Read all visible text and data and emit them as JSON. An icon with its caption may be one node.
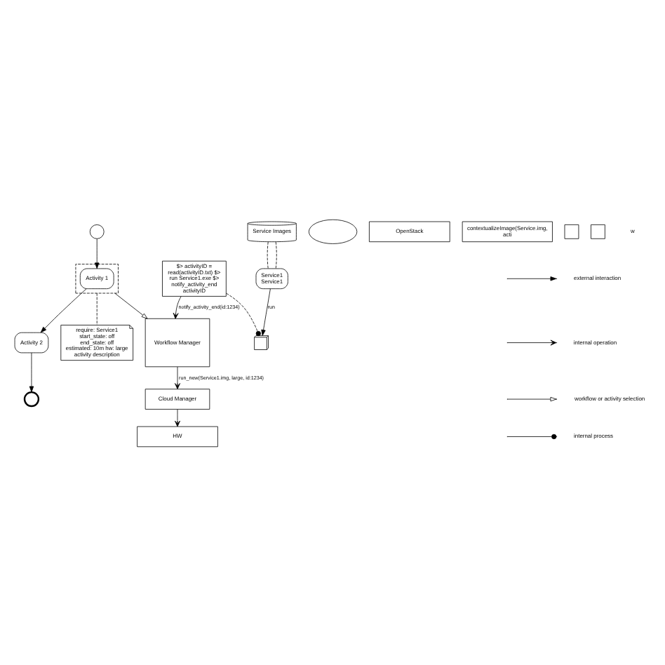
{
  "diagram": {
    "nodes": [
      {
        "text": [],
        "shape": "circle"
      },
      {
        "text": [],
        "shape": "box"
      },
      {
        "text": [
          "Activity 1"
        ],
        "in": 1
      },
      {
        "text": [
          "Activity 2"
        ]
      },
      {
        "text": [],
        "shape": "circle"
      },
      {
        "text": [
          "require: Service1 start_state: off end_state: off estimated: 10m hw: large",
          "activity description"
        ]
      },
      {
        "text": [
          "Workflow Manager"
        ]
      },
      {
        "text": [
          "$> activityID = read(activityID.txt) $> run Service1.exe $> notify_activity_end activityID"
        ]
      },
      {
        "text": [
          "Cloud Manager"
        ]
      },
      {
        "text": [],
        "shape": "cloud"
      },
      {
        "text": [
          "HW"
        ]
      },
      {
        "text": [
          "OpenStack"
        ]
      },
      {
        "text": [],
        "shape": "server"
      },
      {
        "text": [
          "Service Images"
        ]
      },
      {
        "text": [
          "Service1",
          "Service1"
        ]
      },
      {
        "text": [
          "contextualizeImage(Service.img, acti"
        ]
      },
      {
        "text": [],
        "shape": "box"
      },
      {
        "text": [],
        "shape": "box"
      }
    ],
    "edges": [
      {
        "from": 0,
        "to": 2,
        "arrow": "to"
      },
      {
        "from": 2,
        "to": 3,
        "arrow": "to"
      },
      {
        "from": 3,
        "to": 4,
        "arrow": "to"
      },
      {
        "from": 1,
        "to": 5,
        "arrow": "none",
        "style": "dashed"
      },
      {
        "from": 1,
        "to": 6,
        "arrow": "to"
      },
      {
        "from": 7,
        "to": 6,
        "arrow": "to",
        "label": "notify_activity_end(id:1234)"
      },
      {
        "from": 6,
        "to": 8,
        "arrow": "to",
        "label": "run_new(Service1.img, large, id:1234)"
      },
      {
        "from": 8,
        "to": 10,
        "arrow": "to"
      },
      {
        "from": 7,
        "to": 12,
        "arrow": "other",
        "style": "dashed"
      },
      {
        "from": 14,
        "to": 12,
        "arrow": "to",
        "label": "run"
      },
      {
        "from": 13,
        "to": 14,
        "arrow": "none",
        "style": "dashed"
      },
      {
        "from": 13,
        "to": 14,
        "arrow": "none",
        "style": "dashed"
      }
    ],
    "labels": [
      "w"
    ],
    "legend": [
      {
        "text": "external interaction"
      },
      {
        "text": "internal operation"
      },
      {
        "text": "workflow or activity selection"
      },
      {
        "text": "internal process"
      }
    ]
  }
}
